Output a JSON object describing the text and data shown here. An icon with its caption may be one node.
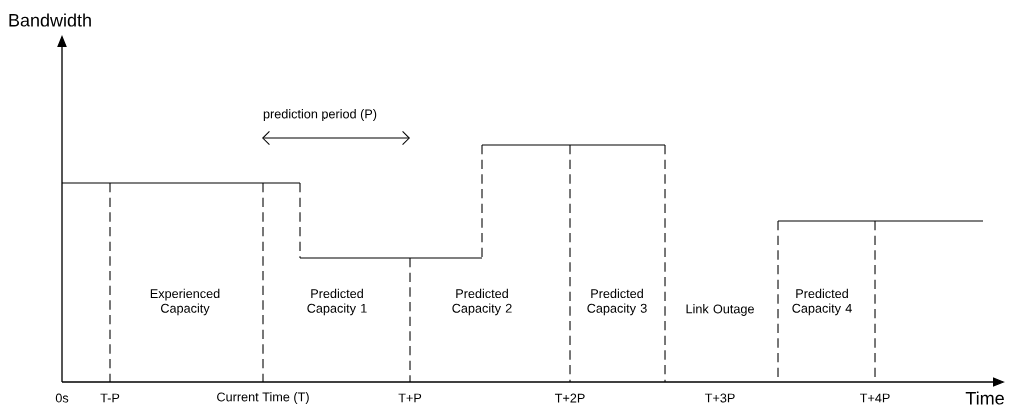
{
  "diagram": {
    "labels": [
      "Bandwidth",
      "prediction period (P)",
      "Experienced Capacity",
      "Predicted Capacity 1",
      "Predicted Capacity 2",
      "Predicted Capacity 3",
      "Link Outage",
      "Predicted Capacity 4",
      "0s",
      "T-P",
      "Current Time (T)",
      "T+P",
      "T+2P",
      "T+3P",
      "T+4P",
      "Time"
    ]
  }
}
